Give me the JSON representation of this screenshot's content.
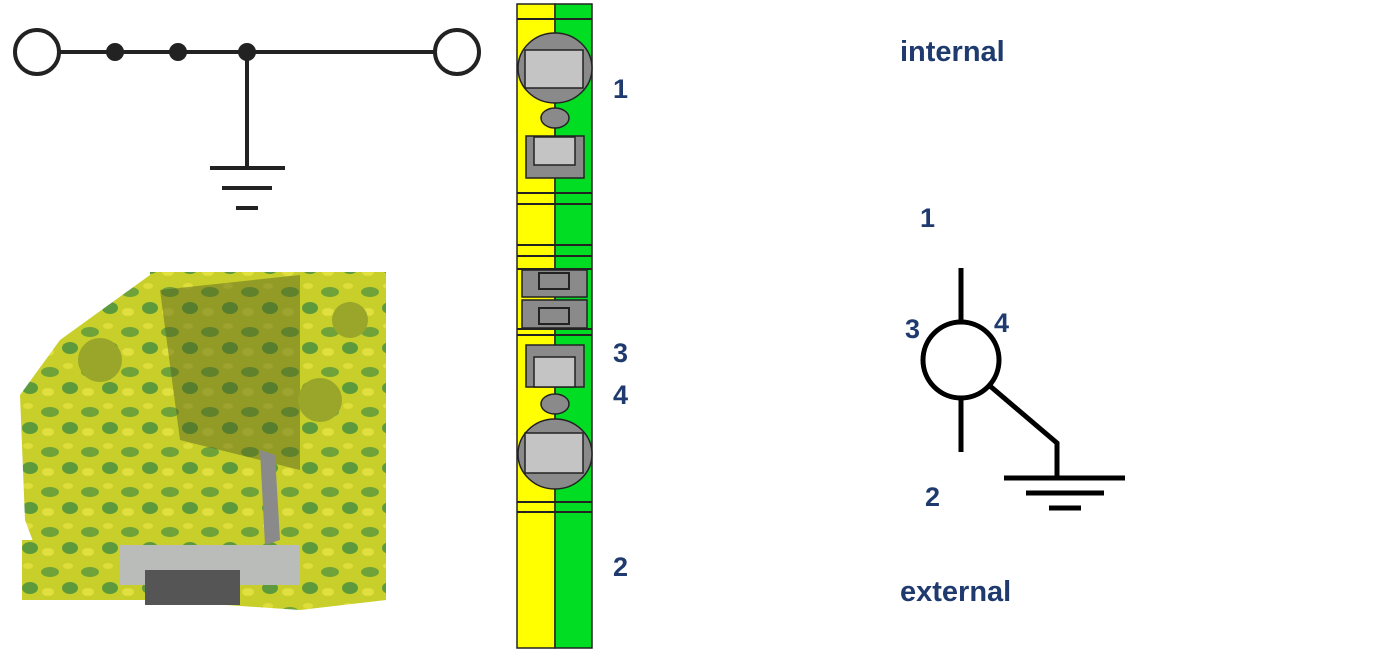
{
  "labels": {
    "internal": "internal",
    "external": "external",
    "strip": {
      "t1": "1",
      "t2": "2",
      "t3": "3",
      "t4": "4"
    },
    "symbol": {
      "t1": "1",
      "t2": "2",
      "t3": "3",
      "t4": "4"
    }
  },
  "colors": {
    "yellow": "#ffff00",
    "green": "#00dd22",
    "text": "#1f3a6e",
    "housing_gray": "#888888",
    "insert_gray": "#c0c0c0"
  }
}
